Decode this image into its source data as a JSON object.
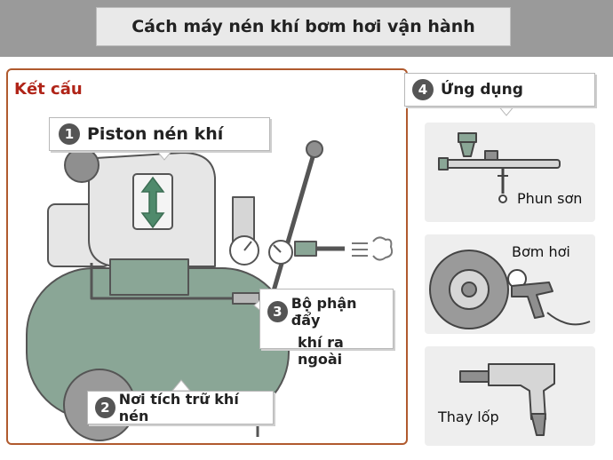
{
  "title": "Cách máy nén khí bơm hơi vận hành",
  "structure": {
    "heading": "Kết cấu",
    "callouts": [
      {
        "num": "1",
        "label": "Piston nén khí"
      },
      {
        "num": "2",
        "label": "Nơi tích trữ khí nén"
      },
      {
        "num": "3",
        "line1": "Bộ phận đẩy",
        "line2": "khí ra ngoài"
      }
    ]
  },
  "applications": {
    "num": "4",
    "heading": "Ứng dụng",
    "items": [
      {
        "label": "Phun sơn",
        "icon": "spray-gun-icon"
      },
      {
        "label": "Bơm hơi",
        "icon": "tire-inflator-icon"
      },
      {
        "label": "Thay lốp",
        "icon": "impact-wrench-icon"
      }
    ]
  },
  "colors": {
    "header": "#9a9a9a",
    "panel_border": "#b05a2e",
    "heading_red": "#b02418",
    "tank_green": "#8aa696",
    "motor_gray": "#e6e6e6",
    "outline": "#555555"
  }
}
